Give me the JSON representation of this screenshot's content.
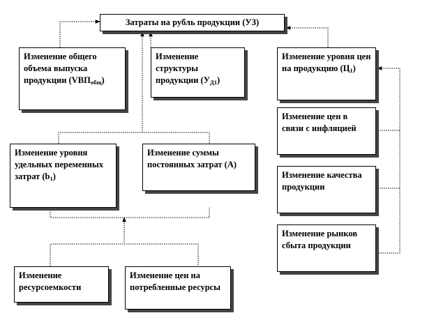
{
  "colors": {
    "line": "#000000",
    "shadow": "#444444",
    "background": "#ffffff"
  },
  "boxes": {
    "top": {
      "text": "Затраты на рубль продукции (УЗ)"
    },
    "volume": {
      "text": "Изменение общего объема выпуска продукции (VВП",
      "sub": "общ",
      "suffix": ")"
    },
    "structure": {
      "text": "Изменение структуры продукции (У",
      "sub": "Д1",
      "suffix": ")"
    },
    "price_level": {
      "text": "Изменение уровня цен на продукцию (Ц",
      "sub": "1",
      "suffix": ")"
    },
    "variable_costs": {
      "text": "Изменение уровня удельных переменных затрат (b",
      "sub": "1",
      "suffix": ")"
    },
    "fixed_costs": {
      "text": "Изменение суммы постоянных затрат (А)"
    },
    "inflation": {
      "text": "Изменение цен в связи с инфляцией"
    },
    "quality": {
      "text": "Изменение качества продукции"
    },
    "markets": {
      "text": "Изменение рынков сбыта продукции"
    },
    "resource_intensity": {
      "text": "Изменение ресурсоемкости"
    },
    "resource_prices": {
      "text": "Изменение цен на потребленные ресурсы"
    }
  }
}
